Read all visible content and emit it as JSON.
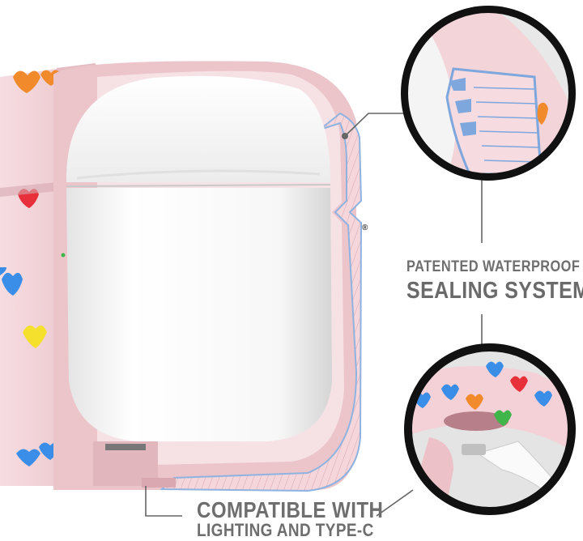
{
  "callouts": {
    "sealing": {
      "line1": "PATENTED WATERPROOF",
      "line2": "SEALING SYSTEM"
    },
    "compat": {
      "line1": "COMPATIBLE WITH",
      "line2": "LIGHTING AND TYPE-C"
    },
    "registered_mark": "®"
  },
  "colors": {
    "case_pink": "#f2d3d8",
    "case_pink_dark": "#d9a8b0",
    "seal_blue": "#8fb3e0",
    "caption_gray": "#6e6e6e",
    "heart_red": "#e8303a",
    "heart_blue": "#3a8ee8",
    "heart_yellow": "#f5e02e",
    "heart_orange": "#f08a2a",
    "heart_green": "#3fb54a"
  }
}
